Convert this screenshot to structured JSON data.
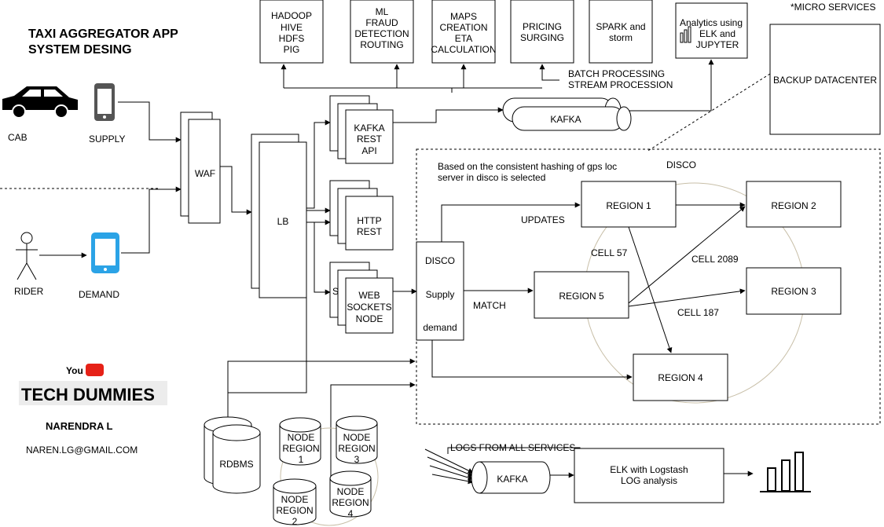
{
  "title": {
    "line1": "TAXI AGGREGATOR APP",
    "line2": "SYSTEM DESING"
  },
  "micro_services_note": "*MICRO SERVICES",
  "top_services": {
    "hadoop": [
      "HADOOP",
      "HIVE",
      "HDFS",
      "PIG"
    ],
    "ml": [
      "ML",
      "FRAUD",
      "DETECTION",
      "ROUTING"
    ],
    "maps": [
      "MAPS",
      "CREATION",
      "ETA",
      "CALCULATION"
    ],
    "pricing": [
      "PRICING",
      "SURGING"
    ],
    "spark": [
      "SPARK and",
      "storm"
    ],
    "analytics": [
      "Analytics using",
      "ELK and",
      "JUPYTER"
    ]
  },
  "batch_label": "BATCH PROCESSING",
  "stream_label": "STREAM PROCESSION",
  "backup_datacenter": "BACKUP DATACENTER",
  "kafka_top": "KAFKA",
  "actors": {
    "cab": "CAB",
    "supply": "SUPPLY",
    "rider": "RIDER",
    "demand": "DEMAND"
  },
  "waf": "WAF",
  "lb": "LB",
  "api_nodes": {
    "kafka_rest": [
      "KAFKA",
      "REST",
      "API"
    ],
    "http_rest": [
      "HTTP",
      "REST"
    ],
    "websockets": [
      "WEB",
      "SOCKETS",
      "NODE"
    ],
    "ws_hidden_letter": "S"
  },
  "disco": {
    "title": "DISCO",
    "note_line1": "Based on the  consistent hashing  of gps loc",
    "note_line2": "server in disco is selected",
    "box": [
      "DISCO",
      "Supply",
      "demand"
    ],
    "updates": "UPDATES",
    "match": "MATCH",
    "regions": {
      "r1": "REGION 1",
      "r2": "REGION 2",
      "r3": "REGION 3",
      "r4": "REGION 4",
      "r5": "REGION 5"
    },
    "cells": {
      "c57": "CELL 57",
      "c2089": "CELL 2089",
      "c187": "CELL 187"
    }
  },
  "brand": {
    "youtube": "YouTube",
    "channel": "TECH DUMMIES",
    "author": "NARENDRA L",
    "email": "NAREN.LG@GMAIL.COM"
  },
  "rdbms": "RDBMS",
  "node_regions": {
    "n1": [
      "NODE",
      "REGION",
      "1"
    ],
    "n2": [
      "NODE",
      "REGION",
      "2"
    ],
    "n3": [
      "NODE",
      "REGION",
      "3"
    ],
    "n4": [
      "NODE",
      "REGION",
      "4"
    ]
  },
  "logs": {
    "label": "LOGS  FROM ALL SERVICES",
    "kafka": "KAFKA",
    "elk": [
      "ELK with Logstash",
      "LOG analysis"
    ]
  },
  "colors": {
    "stroke": "#000000",
    "ring": "#c8bfa8",
    "phone_demand": "#2ba3e6",
    "phone_supply": "#555555",
    "youtube_red": "#e62117",
    "brand_bg": "#ececec"
  }
}
